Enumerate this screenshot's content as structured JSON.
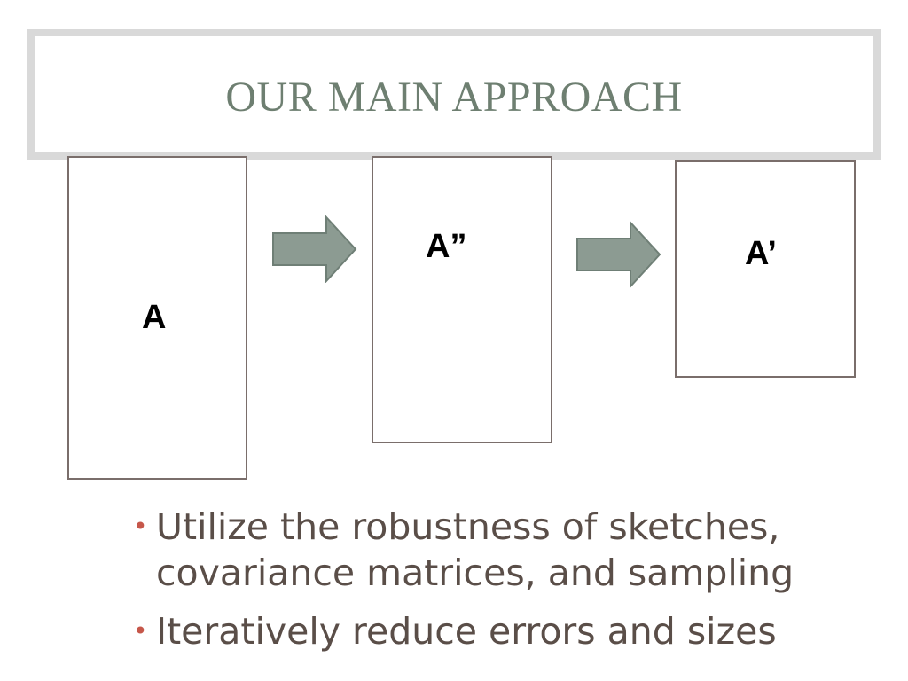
{
  "slide": {
    "title": "OUR MAIN APPROACH"
  },
  "diagram": {
    "matrices": [
      {
        "id": "a",
        "label": "A"
      },
      {
        "id": "a-double-prime",
        "label": "A”"
      },
      {
        "id": "a-prime",
        "label": "A’"
      }
    ],
    "arrow_color": "#8c9b92",
    "arrow_stroke": "#6f7f76"
  },
  "bullets": [
    {
      "text": "Utilize the robustness of sketches, covariance matrices, and sampling"
    },
    {
      "text": "Iteratively reduce errors and sizes"
    }
  ],
  "colors": {
    "title": "#6e7f71",
    "bullet_marker": "#c6574a",
    "body_text": "#5a4e48",
    "box_border": "#7a6e6b"
  }
}
